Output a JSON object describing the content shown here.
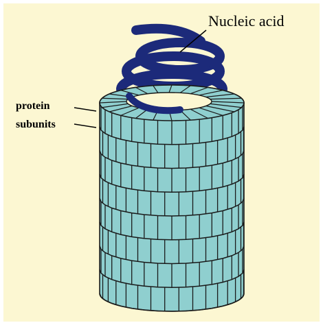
{
  "labels": {
    "nucleic_acid": "Nucleic acid",
    "protein_line1": "protein",
    "protein_line2": "subunits"
  },
  "colors": {
    "background": "#fcf7d2",
    "capsid_fill": "#8fcfcf",
    "capsid_stroke": "#1a1a1a",
    "nucleic_acid": "#1c2a7a"
  }
}
